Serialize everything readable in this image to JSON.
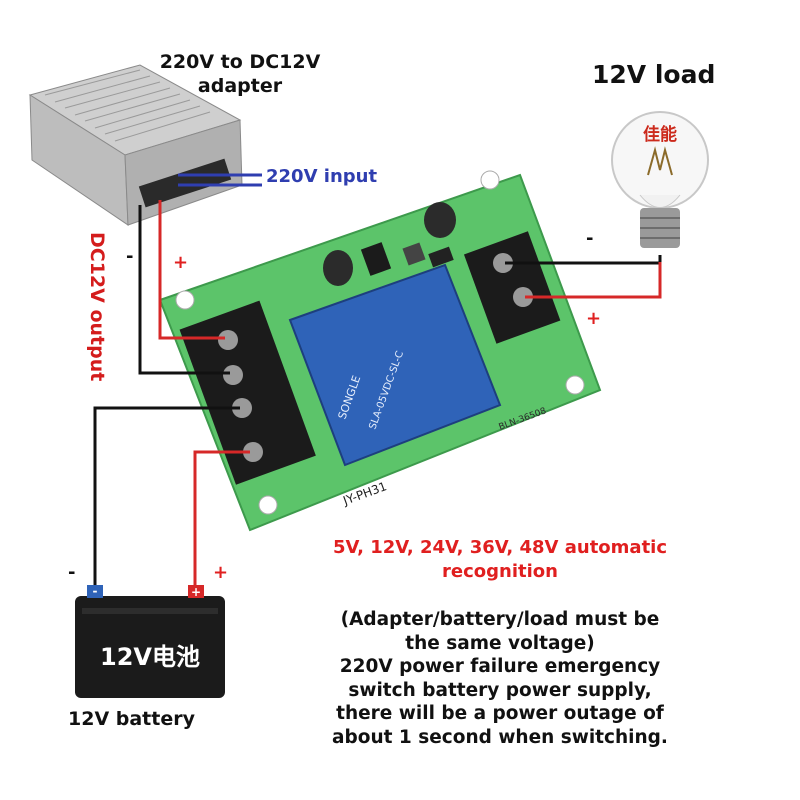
{
  "adapter": {
    "title_line1": "220V to DC12V",
    "title_line2": "adapter",
    "input_label": "220V input",
    "output_label": "DC12V output"
  },
  "load": {
    "title": "12V load",
    "bulb_text": "佳能"
  },
  "battery": {
    "label": "12V battery",
    "body_text": "12V电池",
    "neg": "-",
    "pos": "+"
  },
  "board": {
    "relay_brand": "SONGLE",
    "relay_model": "SLA-05VDC-SL-C",
    "model": "JY-PH31",
    "serial": "BLN-36508"
  },
  "signs": {
    "plus": "+",
    "minus": "-"
  },
  "notes": {
    "auto_line1": "5V, 12V, 24V, 36V, 48V automatic",
    "auto_line2": "recognition",
    "line1": "(Adapter/battery/load must be",
    "line2": "the same voltage)",
    "line3": "220V power failure emergency",
    "line4": "switch battery power supply,",
    "line5": "there will be a power outage of",
    "line6": "about 1 second when switching."
  },
  "colors": {
    "wire_red": "#d62828",
    "wire_black": "#111111",
    "input_blue": "#2f3eb0",
    "board_green": "#5cc46a",
    "relay_blue": "#2f63b8",
    "terminal_black": "#1b1b1b"
  }
}
